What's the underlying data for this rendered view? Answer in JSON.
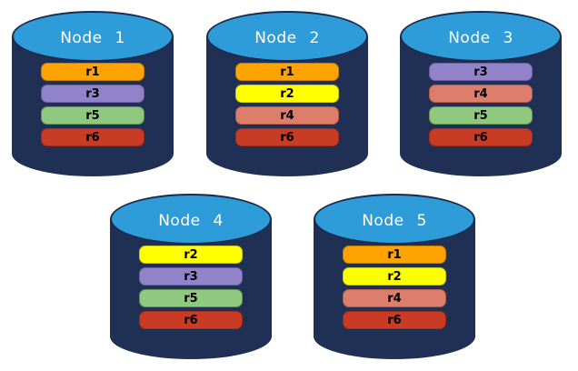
{
  "palette": {
    "canvas_background": "#FFFFFF",
    "cylinder_body": "#203055",
    "cylinder_top_fill": "#2E9CD8",
    "cylinder_top_stroke": "#1B2B50",
    "node_title_color": "#FFFFFF",
    "bar_label_color": "#000000"
  },
  "replicas": {
    "r1": {
      "fill": "#FFA302",
      "stroke": "#C77F00"
    },
    "r2": {
      "fill": "#FFFF00",
      "stroke": "#C9C920"
    },
    "r3": {
      "fill": "#9183C9",
      "stroke": "#6F5FA8"
    },
    "r4": {
      "fill": "#DC7E6B",
      "stroke": "#B95C4A"
    },
    "r5": {
      "fill": "#8FC87E",
      "stroke": "#5E9950"
    },
    "r6": {
      "fill": "#C83B24",
      "stroke": "#A02C19"
    }
  },
  "nodes": [
    {
      "label": "Node 1",
      "bars": [
        "r1",
        "r3",
        "r5",
        "r6"
      ]
    },
    {
      "label": "Node 2",
      "bars": [
        "r1",
        "r2",
        "r4",
        "r6"
      ]
    },
    {
      "label": "Node 3",
      "bars": [
        "r3",
        "r4",
        "r5",
        "r6"
      ]
    },
    {
      "label": "Node 4",
      "bars": [
        "r2",
        "r3",
        "r5",
        "r6"
      ]
    },
    {
      "label": "Node 5",
      "bars": [
        "r1",
        "r2",
        "r4",
        "r6"
      ]
    }
  ]
}
